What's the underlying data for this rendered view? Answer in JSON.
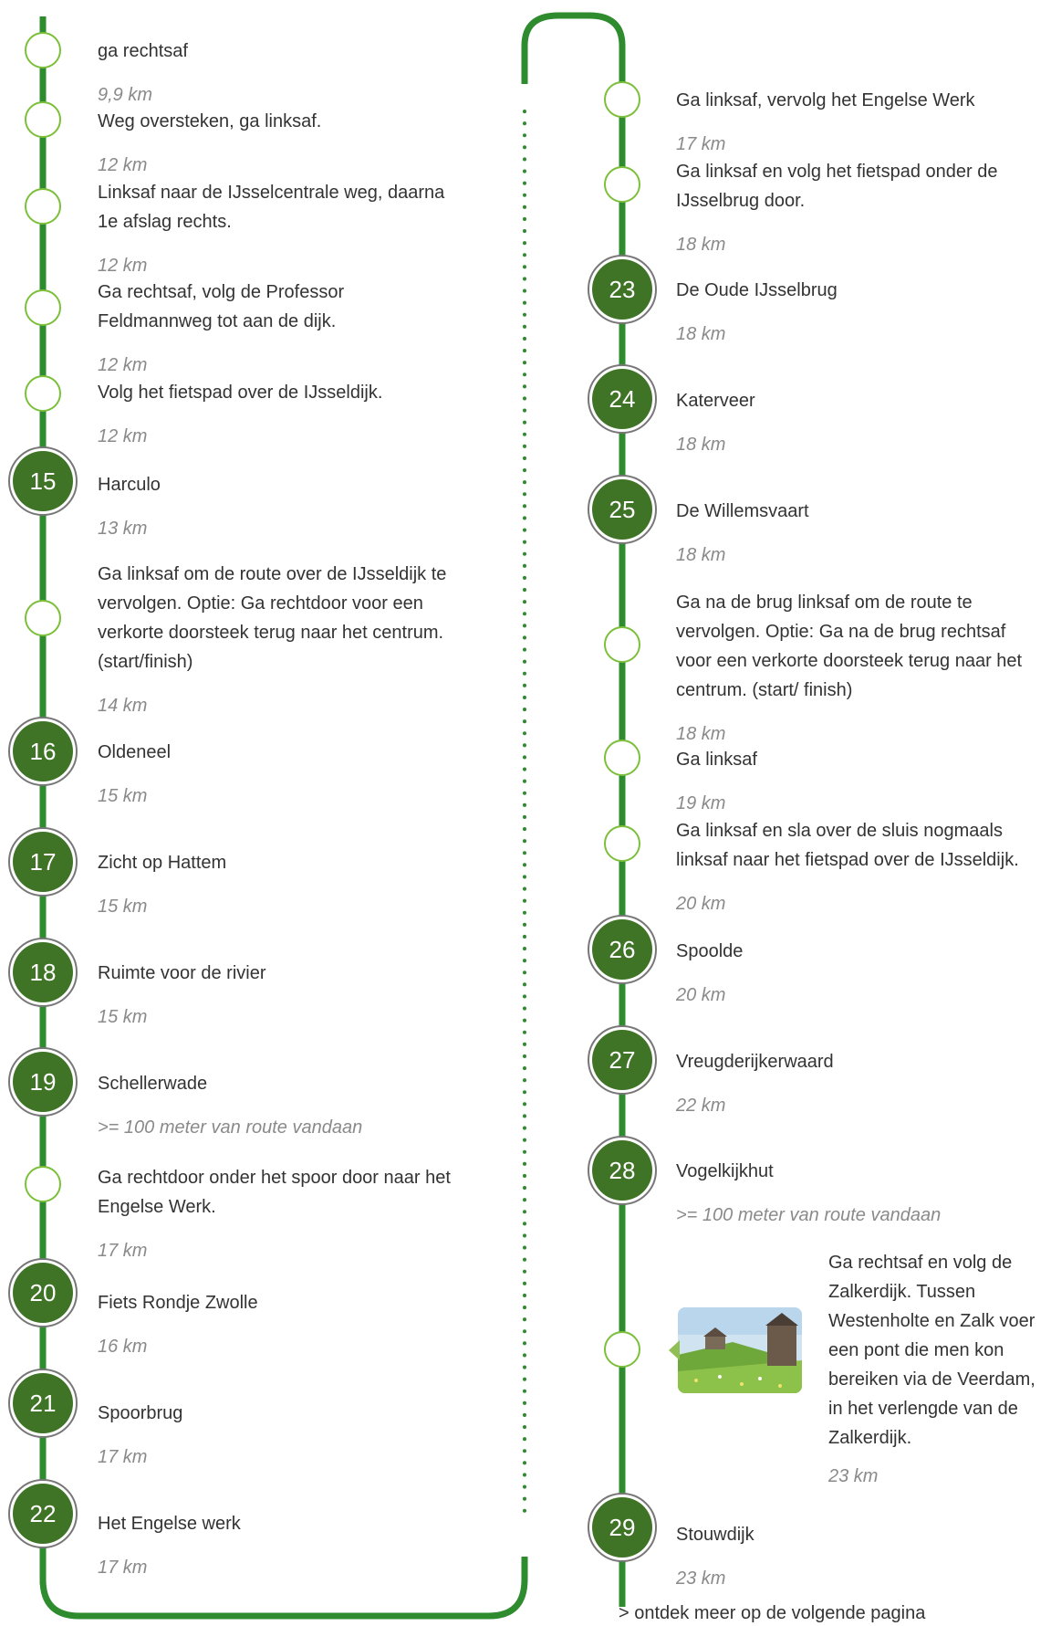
{
  "colors": {
    "line": "#2e8b2e",
    "node_green": "#3f7427",
    "small_node_border": "#7cbf3a",
    "distance_text": "#8a8a8a"
  },
  "left": [
    {
      "type": "small",
      "title": "ga rechtsaf",
      "dist": "9,9 km"
    },
    {
      "type": "small",
      "title": "Weg oversteken, ga linksaf.",
      "dist": "12 km"
    },
    {
      "type": "small",
      "title": "Linksaf naar de IJsselcentrale weg, daarna\n1e afslag rechts.",
      "dist": "12 km"
    },
    {
      "type": "small",
      "title": "Ga rechtsaf, volg de Professor\nFeldmannweg tot aan de dijk.",
      "dist": "12 km"
    },
    {
      "type": "small",
      "title": "Volg het fietspad over de IJsseldijk.",
      "dist": "12 km"
    },
    {
      "type": "big",
      "num": "15",
      "title": "Harculo",
      "dist": "13 km"
    },
    {
      "type": "small",
      "title": "Ga linksaf om de route over de IJsseldijk te\nvervolgen.  Optie: Ga rechtdoor voor een\nverkorte doorsteek terug naar het centrum.\n(start/finish)",
      "dist": "14 km"
    },
    {
      "type": "big",
      "num": "16",
      "title": "Oldeneel",
      "dist": "15 km"
    },
    {
      "type": "big",
      "num": "17",
      "title": "Zicht op Hattem",
      "dist": "15 km"
    },
    {
      "type": "big",
      "num": "18",
      "title": "Ruimte voor de rivier",
      "dist": "15 km"
    },
    {
      "type": "big",
      "num": "19",
      "title": "Schellerwade",
      "dist": ">= 100 meter van route vandaan"
    },
    {
      "type": "small",
      "title": "Ga rechtdoor onder het spoor door naar het\nEngelse Werk.",
      "dist": "17 km"
    },
    {
      "type": "big",
      "num": "20",
      "title": "Fiets Rondje Zwolle",
      "dist": "16 km"
    },
    {
      "type": "big",
      "num": "21",
      "title": "Spoorbrug",
      "dist": "17 km"
    },
    {
      "type": "big",
      "num": "22",
      "title": "Het Engelse werk",
      "dist": "17 km"
    }
  ],
  "right": [
    {
      "type": "small",
      "title": "Ga linksaf, vervolg het Engelse Werk",
      "dist": "17 km"
    },
    {
      "type": "small",
      "title": "Ga linksaf en volg het fietspad onder de\nIJsselbrug door.",
      "dist": "18 km"
    },
    {
      "type": "big",
      "num": "23",
      "title": "De Oude IJsselbrug",
      "dist": "18 km"
    },
    {
      "type": "big",
      "num": "24",
      "title": "Katerveer",
      "dist": "18 km"
    },
    {
      "type": "big",
      "num": "25",
      "title": "De Willemsvaart",
      "dist": "18 km"
    },
    {
      "type": "small",
      "title": "Ga na de brug linksaf om de route te\nvervolgen.  Optie: Ga na de brug rechtsaf\nvoor een verkorte doorsteek terug naar het\ncentrum. (start/ finish)",
      "dist": "18 km"
    },
    {
      "type": "small",
      "title": "Ga linksaf",
      "dist": "19 km"
    },
    {
      "type": "small",
      "title": "Ga linksaf en sla over de sluis nogmaals\nlinksaf naar het fietspad over de IJsseldijk.",
      "dist": "20 km"
    },
    {
      "type": "big",
      "num": "26",
      "title": "Spoolde",
      "dist": "20 km"
    },
    {
      "type": "big",
      "num": "27",
      "title": "Vreugderijkerwaard",
      "dist": "22 km"
    },
    {
      "type": "big",
      "num": "28",
      "title": "Vogelkijkhut",
      "dist": ">= 100 meter van route vandaan"
    },
    {
      "type": "small",
      "photo": true,
      "title": "Ga rechtsaf en volg de\nZalkerdijk.  Tussen\nWestenholte en Zalk voer\neen pont die men kon\nbereiken via de Veerdam,\nin het verlengde van de\nZalkerdijk.",
      "dist": "23 km"
    },
    {
      "type": "big",
      "num": "29",
      "title": "Stouwdijk",
      "dist": "23 km"
    }
  ],
  "footer": {
    "next_page": "> ontdek meer op de volgende pagina"
  }
}
